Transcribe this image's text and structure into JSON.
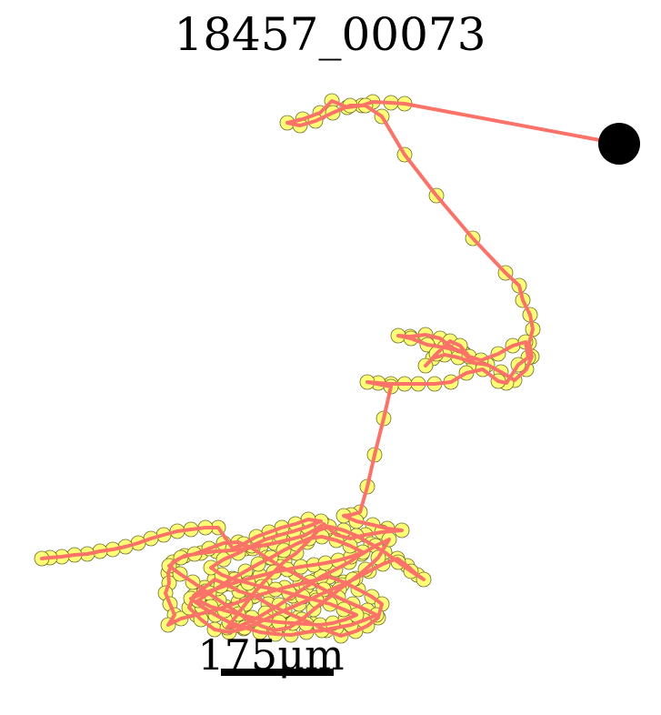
{
  "title": "18457_00073",
  "scale_bar": {
    "label": "175μm"
  },
  "colors": {
    "track_line": "#FA7268",
    "point_fill": "#FFFF77",
    "point_stroke": "#6B6B2A",
    "start_marker": "#000000",
    "background": "#FFFFFF"
  },
  "legend": "none"
}
